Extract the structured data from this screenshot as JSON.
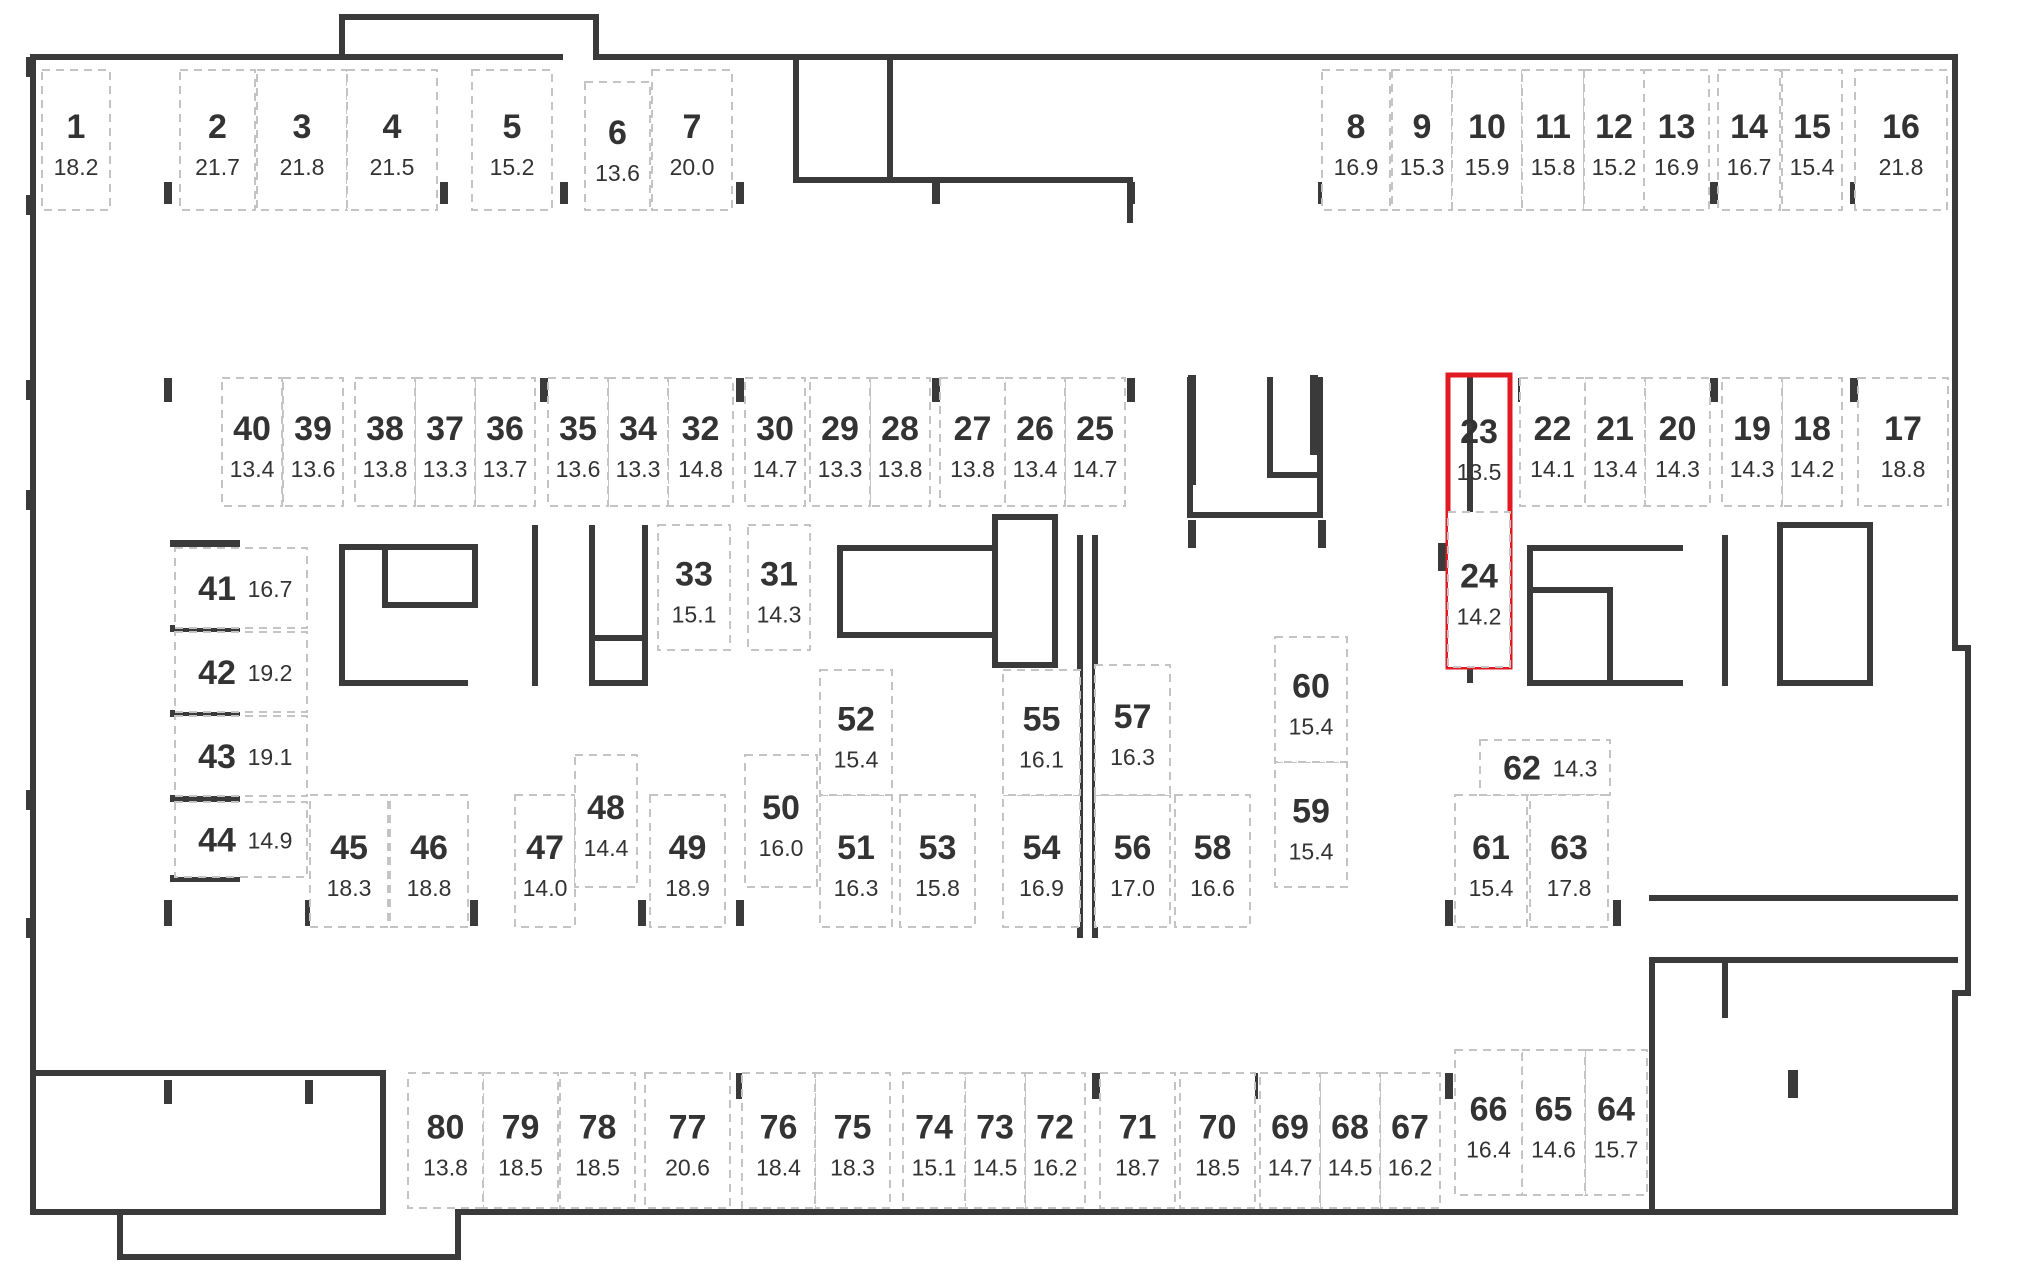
{
  "colors": {
    "wall": "#3a3a3a",
    "spot_border": "#c4c4c4",
    "selected": "#e11a22",
    "text": "#333333"
  },
  "selected_spot": "23",
  "spots": [
    {
      "id": "1",
      "area": "18.2"
    },
    {
      "id": "2",
      "area": "21.7"
    },
    {
      "id": "3",
      "area": "21.8"
    },
    {
      "id": "4",
      "area": "21.5"
    },
    {
      "id": "5",
      "area": "15.2"
    },
    {
      "id": "6",
      "area": "13.6"
    },
    {
      "id": "7",
      "area": "20.0"
    },
    {
      "id": "8",
      "area": "16.9"
    },
    {
      "id": "9",
      "area": "15.3"
    },
    {
      "id": "10",
      "area": "15.9"
    },
    {
      "id": "11",
      "area": "15.8"
    },
    {
      "id": "12",
      "area": "15.2"
    },
    {
      "id": "13",
      "area": "16.9"
    },
    {
      "id": "14",
      "area": "16.7"
    },
    {
      "id": "15",
      "area": "15.4"
    },
    {
      "id": "16",
      "area": "21.8"
    },
    {
      "id": "17",
      "area": "18.8"
    },
    {
      "id": "18",
      "area": "14.2"
    },
    {
      "id": "19",
      "area": "14.3"
    },
    {
      "id": "20",
      "area": "14.3"
    },
    {
      "id": "21",
      "area": "13.4"
    },
    {
      "id": "22",
      "area": "14.1"
    },
    {
      "id": "23",
      "area": "13.5"
    },
    {
      "id": "24",
      "area": "14.2"
    },
    {
      "id": "25",
      "area": "14.7"
    },
    {
      "id": "26",
      "area": "13.4"
    },
    {
      "id": "27",
      "area": "13.8"
    },
    {
      "id": "28",
      "area": "13.8"
    },
    {
      "id": "29",
      "area": "13.3"
    },
    {
      "id": "30",
      "area": "14.7"
    },
    {
      "id": "31",
      "area": "14.3"
    },
    {
      "id": "32",
      "area": "14.8"
    },
    {
      "id": "33",
      "area": "15.1"
    },
    {
      "id": "34",
      "area": "13.3"
    },
    {
      "id": "35",
      "area": "13.6"
    },
    {
      "id": "36",
      "area": "13.7"
    },
    {
      "id": "37",
      "area": "13.3"
    },
    {
      "id": "38",
      "area": "13.8"
    },
    {
      "id": "39",
      "area": "13.6"
    },
    {
      "id": "40",
      "area": "13.4"
    },
    {
      "id": "41",
      "area": "16.7"
    },
    {
      "id": "42",
      "area": "19.2"
    },
    {
      "id": "43",
      "area": "19.1"
    },
    {
      "id": "44",
      "area": "14.9"
    },
    {
      "id": "45",
      "area": "18.3"
    },
    {
      "id": "46",
      "area": "18.8"
    },
    {
      "id": "47",
      "area": "14.0"
    },
    {
      "id": "48",
      "area": "14.4"
    },
    {
      "id": "49",
      "area": "18.9"
    },
    {
      "id": "50",
      "area": "16.0"
    },
    {
      "id": "51",
      "area": "16.3"
    },
    {
      "id": "52",
      "area": "15.4"
    },
    {
      "id": "53",
      "area": "15.8"
    },
    {
      "id": "54",
      "area": "16.9"
    },
    {
      "id": "55",
      "area": "16.1"
    },
    {
      "id": "56",
      "area": "17.0"
    },
    {
      "id": "57",
      "area": "16.3"
    },
    {
      "id": "58",
      "area": "16.6"
    },
    {
      "id": "59",
      "area": "15.4"
    },
    {
      "id": "60",
      "area": "15.4"
    },
    {
      "id": "61",
      "area": "15.4"
    },
    {
      "id": "62",
      "area": "14.3"
    },
    {
      "id": "63",
      "area": "17.8"
    },
    {
      "id": "64",
      "area": "15.7"
    },
    {
      "id": "65",
      "area": "14.6"
    },
    {
      "id": "66",
      "area": "16.4"
    },
    {
      "id": "67",
      "area": "16.2"
    },
    {
      "id": "68",
      "area": "14.5"
    },
    {
      "id": "69",
      "area": "14.7"
    },
    {
      "id": "70",
      "area": "18.5"
    },
    {
      "id": "71",
      "area": "18.7"
    },
    {
      "id": "72",
      "area": "16.2"
    },
    {
      "id": "73",
      "area": "14.5"
    },
    {
      "id": "74",
      "area": "15.1"
    },
    {
      "id": "75",
      "area": "18.3"
    },
    {
      "id": "76",
      "area": "18.4"
    },
    {
      "id": "77",
      "area": "20.6"
    },
    {
      "id": "78",
      "area": "18.5"
    },
    {
      "id": "79",
      "area": "18.5"
    },
    {
      "id": "80",
      "area": "13.8"
    }
  ]
}
